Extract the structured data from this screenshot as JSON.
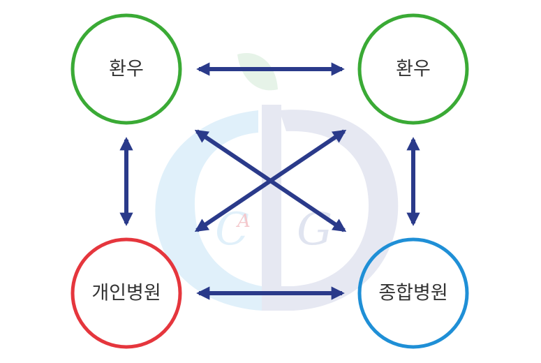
{
  "nodes": {
    "patient_left": {
      "label": "환우",
      "color": "#3aaa35"
    },
    "patient_right": {
      "label": "환우",
      "color": "#3aaa35"
    },
    "clinic": {
      "label": "개인병원",
      "color": "#e5363d"
    },
    "hospital": {
      "label": "종합병원",
      "color": "#1f8fd6"
    }
  },
  "arrow_color": "#2a3a8a",
  "watermark": {
    "letters": [
      "C",
      "A",
      "G"
    ],
    "colors": {
      "blue": "#e0f0fa",
      "gray": "#e6e8f2",
      "leaf": "#e6f3e8",
      "red": "#f4c8cc"
    }
  }
}
